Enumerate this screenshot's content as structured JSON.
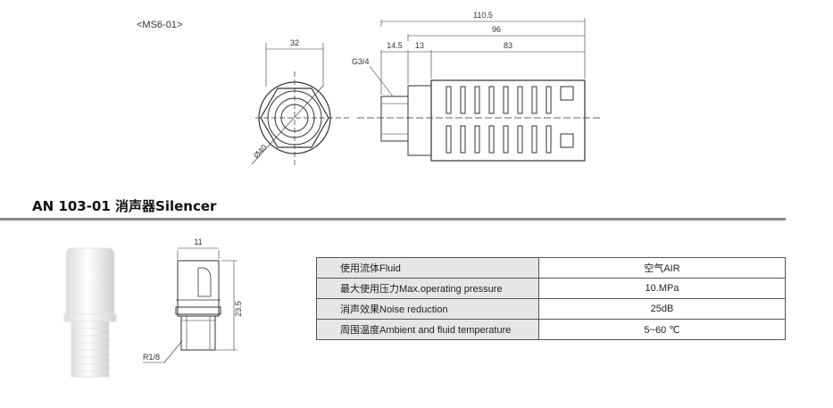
{
  "top_drawing": {
    "model": "<MS6-01>",
    "dims": {
      "width": "32",
      "diameter": "Ø40",
      "thread": "G3/4",
      "overall_length": "110.5",
      "body_length": "96",
      "hex_length": "14.5",
      "neck_length": "13",
      "slot_length": "83"
    }
  },
  "section": {
    "title": "AN 103-01 消声器Silencer"
  },
  "small_drawing": {
    "width": "11",
    "height": "23.5",
    "thread": "R1/8"
  },
  "spec_table": [
    {
      "label": "使用流体Fluid",
      "value": "空气AIR"
    },
    {
      "label": "最大使用压力Max.operating pressure",
      "value": "10.MPa"
    },
    {
      "label": "消声效果Noise reduction",
      "value": "25dB"
    },
    {
      "label": "周围温度Ambient and fluid temperature",
      "value": "5~60 ℃"
    }
  ]
}
